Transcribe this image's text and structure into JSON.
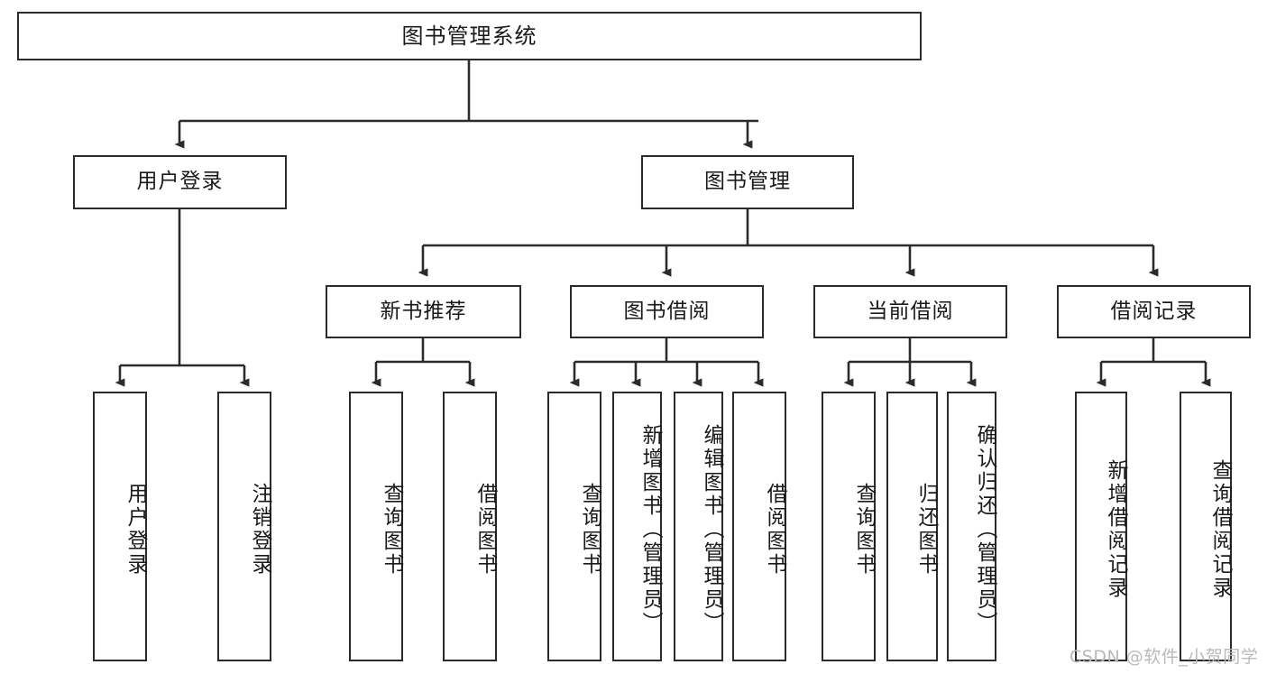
{
  "diagram": {
    "title": "图书管理系统",
    "watermark": "CSDN @软件_小贺同学",
    "line_color": "#2b2b2b",
    "box_border_color": "#2b2b2b",
    "box_fill_color": "#ffffff",
    "text_color": "#1a1a1a",
    "watermark_color": "#b9b9b9"
  },
  "root": {
    "label": "图书管理系统"
  },
  "level2": [
    {
      "label": "用户登录"
    },
    {
      "label": "图书管理"
    }
  ],
  "level3": [
    {
      "label": "新书推荐"
    },
    {
      "label": "图书借阅"
    },
    {
      "label": "当前借阅"
    },
    {
      "label": "借阅记录"
    }
  ],
  "leaves": {
    "user_login": [
      {
        "label": "用户登录"
      },
      {
        "label": "注销登录"
      }
    ],
    "new_books": [
      {
        "label": "查询图书"
      },
      {
        "label": "借阅图书"
      }
    ],
    "book_borrow": [
      {
        "label": "查询图书"
      },
      {
        "label": "新增图书（管理员）"
      },
      {
        "label": "编辑图书（管理员）"
      },
      {
        "label": "借阅图书"
      }
    ],
    "current_borrow": [
      {
        "label": "查询图书"
      },
      {
        "label": "归还图书"
      },
      {
        "label": "确认归还（管理员）"
      }
    ],
    "borrow_records": [
      {
        "label": "新增借阅记录"
      },
      {
        "label": "查询借阅记录"
      }
    ]
  }
}
